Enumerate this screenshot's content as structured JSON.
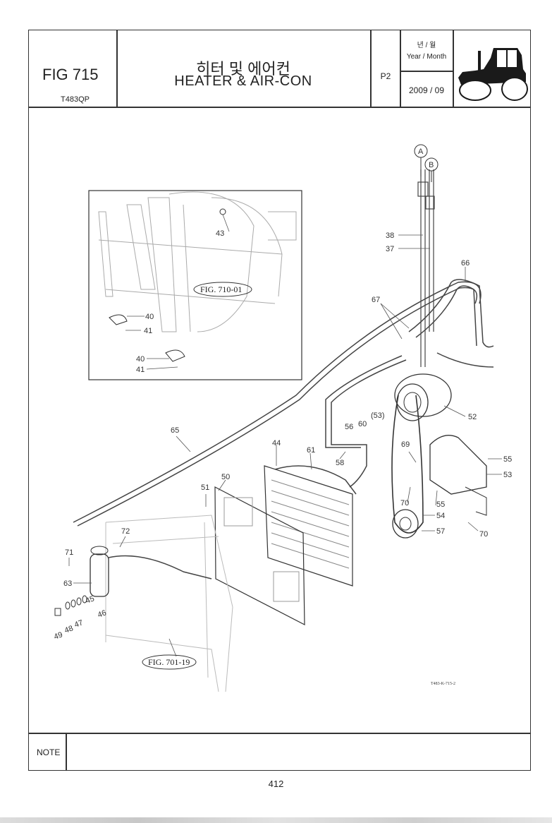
{
  "header": {
    "figure_number": "FIG 715",
    "model_code": "T483QP",
    "title_korean": "히터 및 에어컨",
    "title_english": "HEATER & AIR-CON",
    "page_code": "P2",
    "year_month_label_korean": "년 / 월",
    "year_month_label_english": "Year / Month",
    "year_month_value": "2009  / 09",
    "tractor_icon": "tractor-silhouette-icon"
  },
  "diagram": {
    "drawing_number": "T483-K-715-2",
    "circle_refs": [
      "A",
      "B"
    ],
    "figure_refs": [
      "FIG. 710-01",
      "FIG. 701-19"
    ],
    "part_labels": [
      "43",
      "40",
      "41",
      "40",
      "41",
      "38",
      "37",
      "66",
      "67",
      "65",
      "52",
      "(53)",
      "56",
      "60",
      "44",
      "61",
      "58",
      "50",
      "51",
      "69",
      "55",
      "53",
      "70",
      "55",
      "54",
      "57",
      "70",
      "72",
      "71",
      "63",
      "45",
      "46",
      "47",
      "48",
      "49"
    ]
  },
  "footer": {
    "note_label": "NOTE",
    "page_number": "412"
  }
}
